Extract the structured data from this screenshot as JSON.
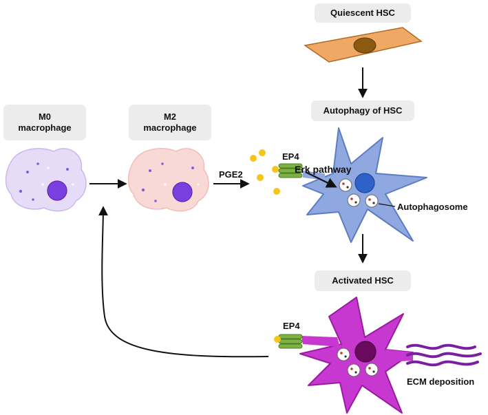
{
  "labels": {
    "m0": "M0 macrophage",
    "m0_line1": "M0",
    "m0_line2": "macrophage",
    "m2_line1": "M2",
    "m2_line2": "macrophage",
    "quiescent": "Quiescent HSC",
    "autophagy": "Autophagy of HSC",
    "activated": "Activated HSC",
    "pge2": "PGE2",
    "ep4_top": "EP4",
    "ep4_bottom": "EP4",
    "erk": "Erk pathway",
    "autophagosome": "Autophagosome",
    "ecm": "ECM deposition"
  },
  "colors": {
    "m0_body": "#e6dcf7",
    "m2_body": "#f9d9d6",
    "nucleus_macrophage": "#7b3fe0",
    "quiescent_body": "#f0a865",
    "quiescent_nucleus": "#8a5a12",
    "autophagy_body": "#8fa8e0",
    "autophagy_nucleus": "#2f62c8",
    "activated_body": "#c638cf",
    "activated_nucleus": "#6a0a5e",
    "receptor": "#7cb342",
    "ligand": "#f5c518",
    "ecm": "#7a1fa0"
  }
}
